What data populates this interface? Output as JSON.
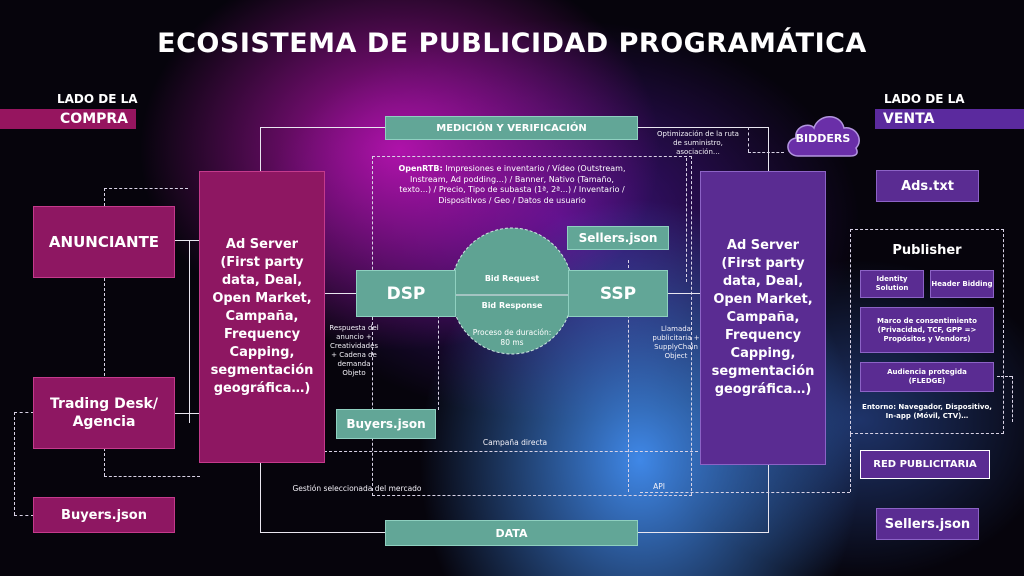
{
  "title": "ECOSISTEMA DE PUBLICIDAD PROGRAMÁTICA",
  "buy_side": {
    "line1": "LADO DE LA",
    "line2": "COMPRA"
  },
  "sell_side": {
    "line1": "LADO DE LA",
    "line2": "VENTA"
  },
  "boxes": {
    "anunciante": "ANUNCIANTE",
    "trading_desk": "Trading Desk/ Agencia",
    "buyers_json_left": "Buyers.json",
    "ad_server_buy": "Ad Server (First party data, Deal, Open Market, Campaña, Frequency Capping, segmentación geográfica…)",
    "ad_server_sell": "Ad Server (First party data, Deal, Open Market, Campaña, Frequency Capping, segmentación geográfica…)",
    "medicion": "MEDICIÓN Y VERIFICACIÓN",
    "data": "DATA",
    "dsp": "DSP",
    "ssp": "SSP",
    "sellers_json_center": "Sellers.json",
    "buyers_json_center": "Buyers.json",
    "bidders": "BIDDERS",
    "ads_txt": "Ads.txt",
    "publisher": "Publisher",
    "identity": "Identity Solution",
    "header_bidding": "Header Bidding",
    "marco": "Marco de consentimiento (Privacidad, TCF, GPP => Propósitos y Vendors)",
    "audiencia": "Audiencia protegida (FLEDGE)",
    "entorno": "Entorno: Navegador, Dispositivo, In-app (Móvil, CTV)…",
    "red_publicitaria": "RED PUBLICITARIA",
    "sellers_json_right": "Sellers.json"
  },
  "texts": {
    "openrtb_label": "OpenRTB:",
    "openrtb": " Impresiones e inventario / Vídeo (Outstream, Instream, Ad podding…) / Banner, Nativo (Tamaño, texto…) / Precio, Tipo de subasta (1ª, 2ª…) / Inventario / Dispositivos / Geo / Datos de usuario",
    "bid_request": "Bid Request",
    "bid_response": "Bid Response",
    "proceso": "Proceso de duración: 80 ms",
    "respuesta": "Respuesta del anuncio + Creatividades + Cadena de demanda Objeto",
    "llamada": "Llamada publicitaria + SupplyChain Object",
    "optimizacion": "Optimización de la ruta de suministro, asociación…",
    "campana_directa": "Campaña directa",
    "gestion": "Gestión seleccionada del mercado",
    "api": "API"
  },
  "colors": {
    "buy": "#8e1762",
    "sell": "#5a2c92",
    "teal": "#62a697",
    "background": "#06040c"
  }
}
